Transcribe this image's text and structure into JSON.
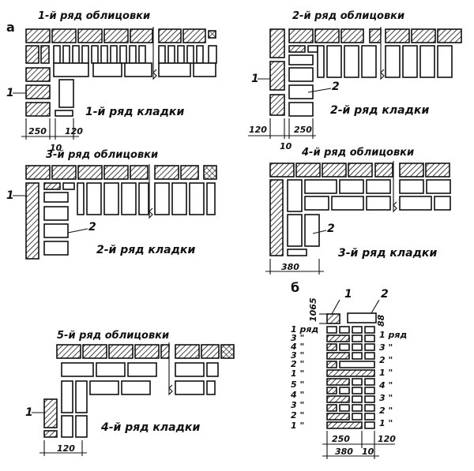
{
  "section_a": "а",
  "section_b": "б",
  "p1": {
    "title": "1-й ряд облицовки",
    "label": "1-й ряд кладки",
    "leader": "1",
    "dim1": "250",
    "dim2": "10",
    "dim3": "120"
  },
  "p2": {
    "title": "2-й ряд облицовки",
    "label": "2-й ряд кладки",
    "leader1": "1",
    "leader2": "2",
    "dim1": "120",
    "dim2": "10",
    "dim3": "250"
  },
  "p3": {
    "title": "3-й ряд облицовки",
    "label": "2-й ряд кладки",
    "leader1": "1",
    "leader2": "2"
  },
  "p4": {
    "title": "4-й ряд облицовки",
    "label": "3-й ряд кладки",
    "leader": "2",
    "dim": "380"
  },
  "p5": {
    "title": "5-й ряд облицовки",
    "label": "4-й ряд кладки",
    "leader": "1",
    "dim": "120"
  },
  "pb": {
    "leader1": "1",
    "leader2": "2",
    "dim_left": "1065",
    "dim_right": "88",
    "left_rows": [
      "1 ряд",
      "3 \"",
      "4 \"",
      "3 \"",
      "2 \"",
      "1 \"",
      "5 \"",
      "4 \"",
      "3 \"",
      "2 \"",
      "1 \""
    ],
    "right_rows": [
      "1 ряд",
      "3 \"",
      "2 \"",
      "1 \"",
      "4 \"",
      "3 \"",
      "2 \"",
      "1 \""
    ],
    "dim_bottom1": "250",
    "dim_bottom2": "120",
    "dim_total": "380",
    "dim_gap": "10"
  }
}
